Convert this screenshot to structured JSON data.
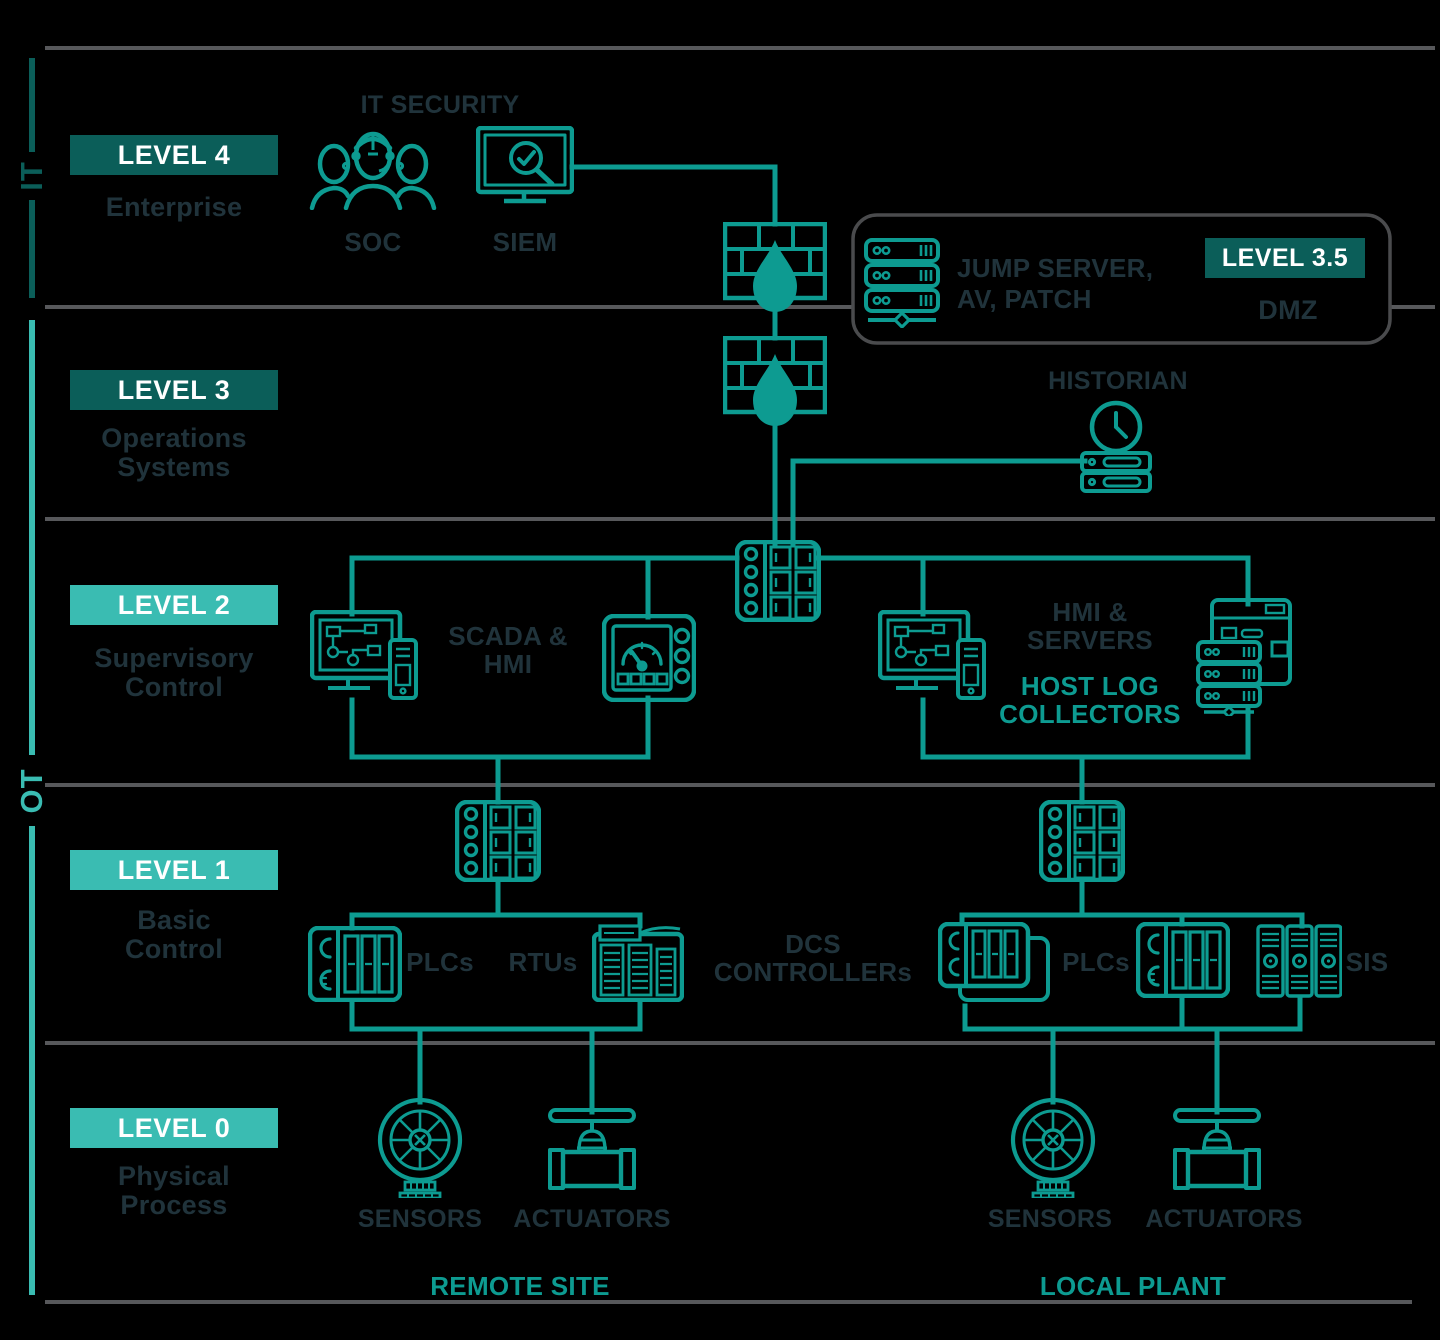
{
  "title": "Purdue model ICS security architecture diagram",
  "zones": {
    "it": "IT",
    "ot": "OT"
  },
  "levels": [
    {
      "badge": "LEVEL 4",
      "label": "Enterprise"
    },
    {
      "badge": "LEVEL 3",
      "label": "Operations\nSystems"
    },
    {
      "badge": "LEVEL 2",
      "label": "Supervisory\nControl"
    },
    {
      "badge": "LEVEL 1",
      "label": "Basic\nControl"
    },
    {
      "badge": "LEVEL 0",
      "label": "Physical\nProcess"
    }
  ],
  "it_security": {
    "title": "IT SECURITY",
    "soc_label": "SOC",
    "siem_label": "SIEM"
  },
  "dmz": {
    "badge": "LEVEL 3.5",
    "label": "DMZ",
    "server_caption": "JUMP SERVER,\nAV, PATCH"
  },
  "level3_nodes": {
    "historian_label": "HISTORIAN"
  },
  "level2_nodes": {
    "scada_label": "SCADA &\nHMI",
    "hmi_servers_label": "HMI &\nSERVERS",
    "host_log_label": "HOST LOG\nCOLLECTORS"
  },
  "level1_nodes": {
    "plcs_remote_label": "PLCs",
    "rtus_label": "RTUs",
    "dcs_label": "DCS\nCONTROLLERs",
    "plcs_local_label": "PLCs",
    "sis_label": "SIS"
  },
  "level0_nodes": {
    "sensors_remote_label": "SENSORS",
    "actuators_remote_label": "ACTUATORS",
    "sensors_local_label": "SENSORS",
    "actuators_local_label": "ACTUATORS"
  },
  "sites": {
    "remote": "REMOTE SITE",
    "local": "LOCAL PLANT"
  },
  "icons": [
    "soc-people-icon",
    "siem-monitor-icon",
    "firewall-icon",
    "jump-server-icon",
    "historian-icon",
    "network-switch-icon",
    "scada-workstation-icon",
    "hmi-panel-icon",
    "servers-icon",
    "plc-icon",
    "rtu-icon",
    "dcs-controllers-icon",
    "sis-icon",
    "sensor-icon",
    "actuator-valve-icon"
  ],
  "colors": {
    "background": "#000000",
    "icon_teal": "#0d9b91",
    "badge_dark_teal": "#0b5e59",
    "badge_light_teal": "#3abcb2",
    "dark_text": "#20333b",
    "separator_gray": "#57585b",
    "dmz_border_gray": "#4a4b4d",
    "badge_text": "#ffffff"
  }
}
